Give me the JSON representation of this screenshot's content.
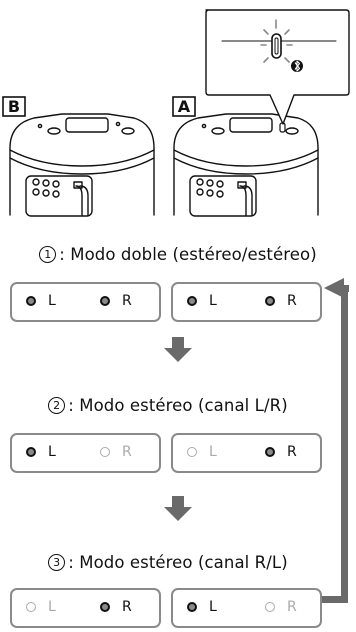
{
  "speakers": {
    "b_label": "B",
    "a_label": "A"
  },
  "modes": [
    {
      "number": "1",
      "title": ": Modo doble (estéreo/estéreo)",
      "panels": [
        {
          "left": {
            "label": "L",
            "on": true
          },
          "right": {
            "label": "R",
            "on": true
          }
        },
        {
          "left": {
            "label": "L",
            "on": true
          },
          "right": {
            "label": "R",
            "on": true
          }
        }
      ]
    },
    {
      "number": "2",
      "title": ": Modo estéreo (canal L/R)",
      "panels": [
        {
          "left": {
            "label": "L",
            "on": true
          },
          "right": {
            "label": "R",
            "on": false
          }
        },
        {
          "left": {
            "label": "L",
            "on": false
          },
          "right": {
            "label": "R",
            "on": true
          }
        }
      ]
    },
    {
      "number": "3",
      "title": ": Modo estéreo (canal R/L)",
      "panels": [
        {
          "left": {
            "label": "L",
            "on": false
          },
          "right": {
            "label": "R",
            "on": true
          }
        },
        {
          "left": {
            "label": "L",
            "on": true
          },
          "right": {
            "label": "R",
            "on": false
          }
        }
      ]
    }
  ],
  "colors": {
    "line": "#111111",
    "panel_border": "#8a8a8a",
    "led_on_fill": "#8a8a8a",
    "led_off": "#aaaaaa"
  }
}
